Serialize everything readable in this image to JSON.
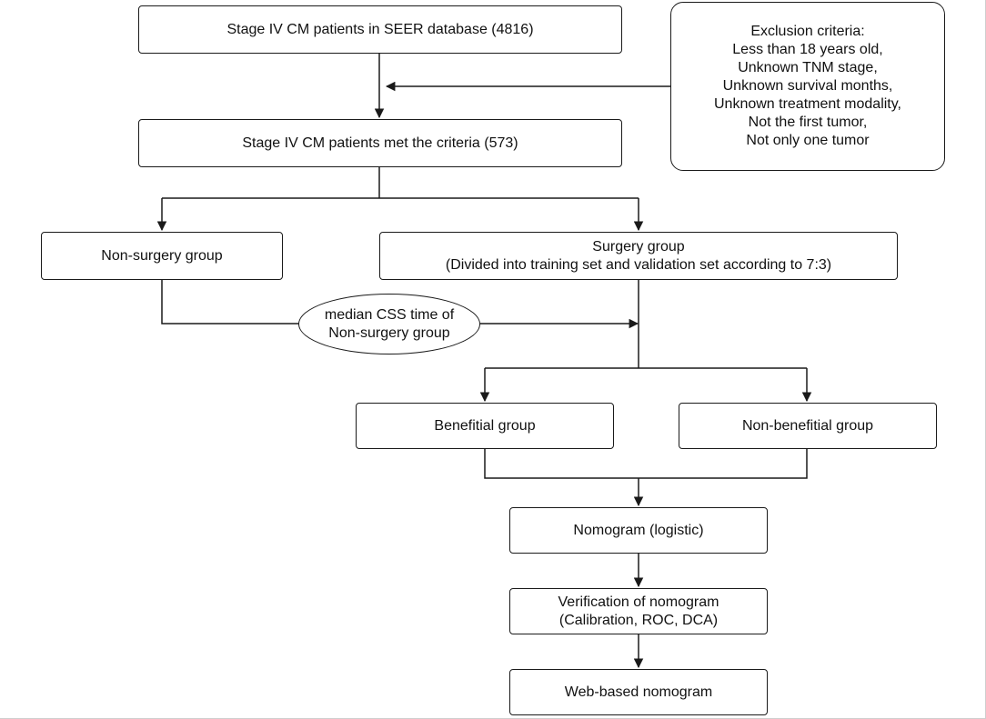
{
  "nodes": {
    "seer": {
      "text": "Stage IV CM patients in SEER database (4816)"
    },
    "exclusion": {
      "title": "Exclusion criteria:",
      "items": [
        "Less than 18 years old,",
        "Unknown TNM stage,",
        "Unknown survival months,",
        "Unknown treatment modality,",
        "Not the first tumor,",
        "Not only one tumor"
      ]
    },
    "met": {
      "text": "Stage IV CM patients met the criteria (573)"
    },
    "nonsurgery": {
      "text": "Non-surgery group"
    },
    "surgery": {
      "line1": "Surgery group",
      "line2": "(Divided into training set and validation set according to 7:3)"
    },
    "median": {
      "line1": "median CSS time of",
      "line2": "Non-surgery group"
    },
    "beneficial": {
      "text": "Benefitial group"
    },
    "nonbeneficial": {
      "text": "Non-benefitial group"
    },
    "nomogram": {
      "text": "Nomogram (logistic)"
    },
    "verification": {
      "line1": "Verification of nomogram",
      "line2": "(Calibration, ROC, DCA)"
    },
    "web": {
      "text": "Web-based nomogram"
    }
  },
  "colors": {
    "stroke": "#1a1a1a",
    "background": "#ffffff"
  }
}
